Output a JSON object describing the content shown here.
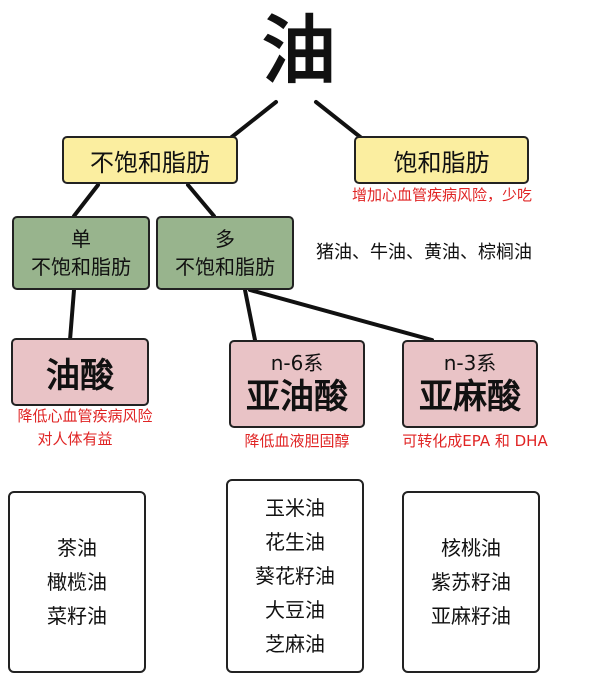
{
  "title": "油",
  "unsaturated": {
    "label": "不饱和脂肪"
  },
  "saturated": {
    "label": "饱和脂肪",
    "note": "增加心血管疾病风险，少吃",
    "examples": "猪油、牛油、黄油、棕榈油"
  },
  "mono": {
    "line1": "单",
    "line2": "不饱和脂肪"
  },
  "poly": {
    "line1": "多",
    "line2": "不饱和脂肪"
  },
  "oleic": {
    "label": "油酸",
    "note1": "降低心血管疾病风险",
    "note2": "对人体有益",
    "oils": [
      "茶油",
      "橄榄油",
      "菜籽油"
    ]
  },
  "linoleic": {
    "series": "n-6系",
    "label": "亚油酸",
    "note": "降低血液胆固醇",
    "oils": [
      "玉米油",
      "花生油",
      "葵花籽油",
      "大豆油",
      "芝麻油"
    ]
  },
  "linolenic": {
    "series": "n-3系",
    "label": "亚麻酸",
    "note": "可转化成EPA 和 DHA",
    "oils": [
      "核桃油",
      "紫苏籽油",
      "亚麻籽油"
    ]
  }
}
